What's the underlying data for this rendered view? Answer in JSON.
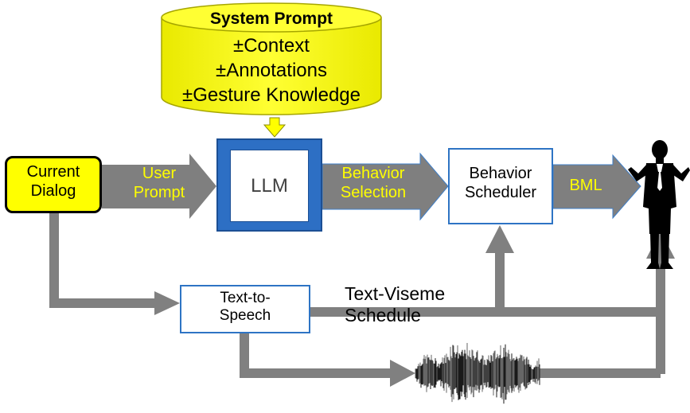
{
  "system_prompt": {
    "title": "System Prompt",
    "line1": "±Context",
    "line2": "±Annotations",
    "line3": "±Gesture Knowledge"
  },
  "current_dialog": {
    "line1": "Current",
    "line2": "Dialog"
  },
  "user_prompt": {
    "line1": "User",
    "line2": "Prompt"
  },
  "llm": {
    "label": "LLM"
  },
  "behavior_selection": {
    "line1": "Behavior",
    "line2": "Selection"
  },
  "behavior_scheduler": {
    "line1": "Behavior",
    "line2": "Scheduler"
  },
  "bml": {
    "label": "BML"
  },
  "tts": {
    "line1": "Text-to-",
    "line2": "Speech"
  },
  "text_viseme": {
    "line1": "Text-Viseme",
    "line2": "Schedule"
  },
  "colors": {
    "cylinder_fill": "#ffff00",
    "arrow_gray": "#7f7f7f",
    "label_yellow": "#ffff00",
    "box_border_blue": "#2e74c4",
    "llm_blue": "#2d6fc4"
  },
  "icons": {
    "avatar": "human-figure-icon",
    "waveform": "audio-waveform-icon"
  }
}
